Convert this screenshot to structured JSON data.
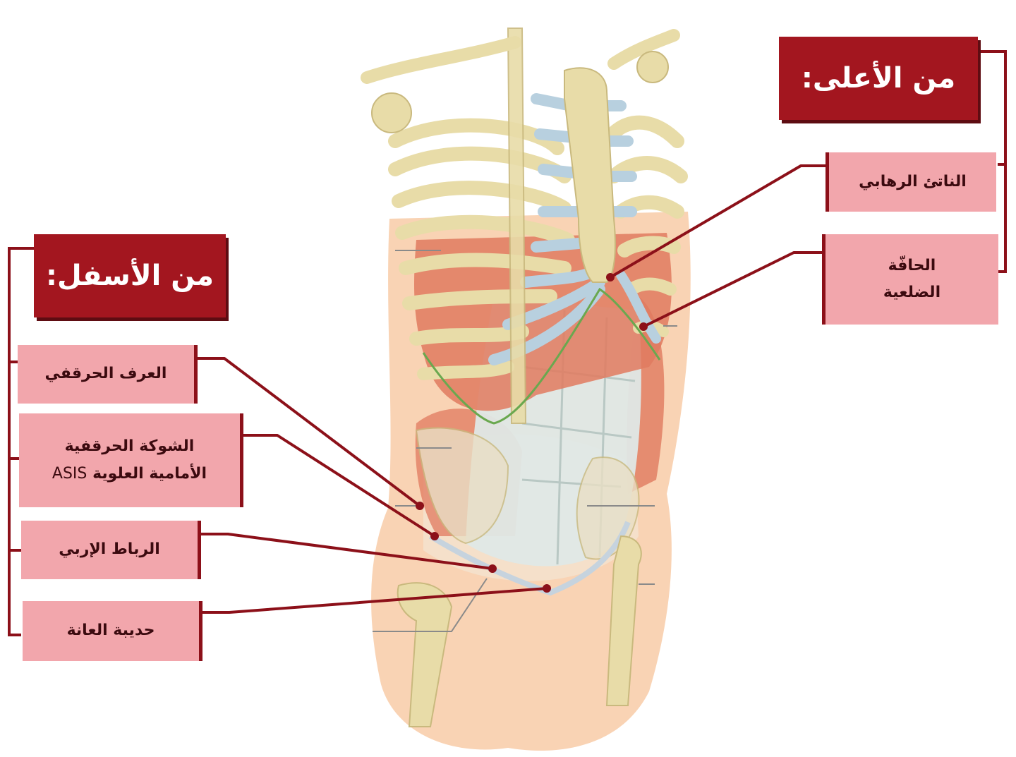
{
  "headers": {
    "top": "من الأعلى:",
    "bottom": "من الأسفل:"
  },
  "labels": {
    "xiphoid": "الناتئ الرهابي",
    "costal_margin": [
      "الحافّة",
      "الضلعية"
    ],
    "iliac_crest": "العرف الحرقفي",
    "asis_line1": "الشوكة الحرقفية",
    "asis_line2": "الأمامية العلوية",
    "asis_abbrev": "ASIS",
    "inguinal_ligament": "الرباط الإربي",
    "pubic_tubercle": "حديبة العانة"
  },
  "colors": {
    "header_bg": "#a3161f",
    "label_bg": "#f2a6ac",
    "leader_line": "#8c1019",
    "bracket": "#8c1019",
    "bone": "#e8dca8",
    "cartilage": "#b8d0df",
    "muscle": "#e07a5f",
    "skin": "#f9d3b4",
    "aponeurosis": "#dfe8e6",
    "margin_outline": "#6aa84f"
  }
}
